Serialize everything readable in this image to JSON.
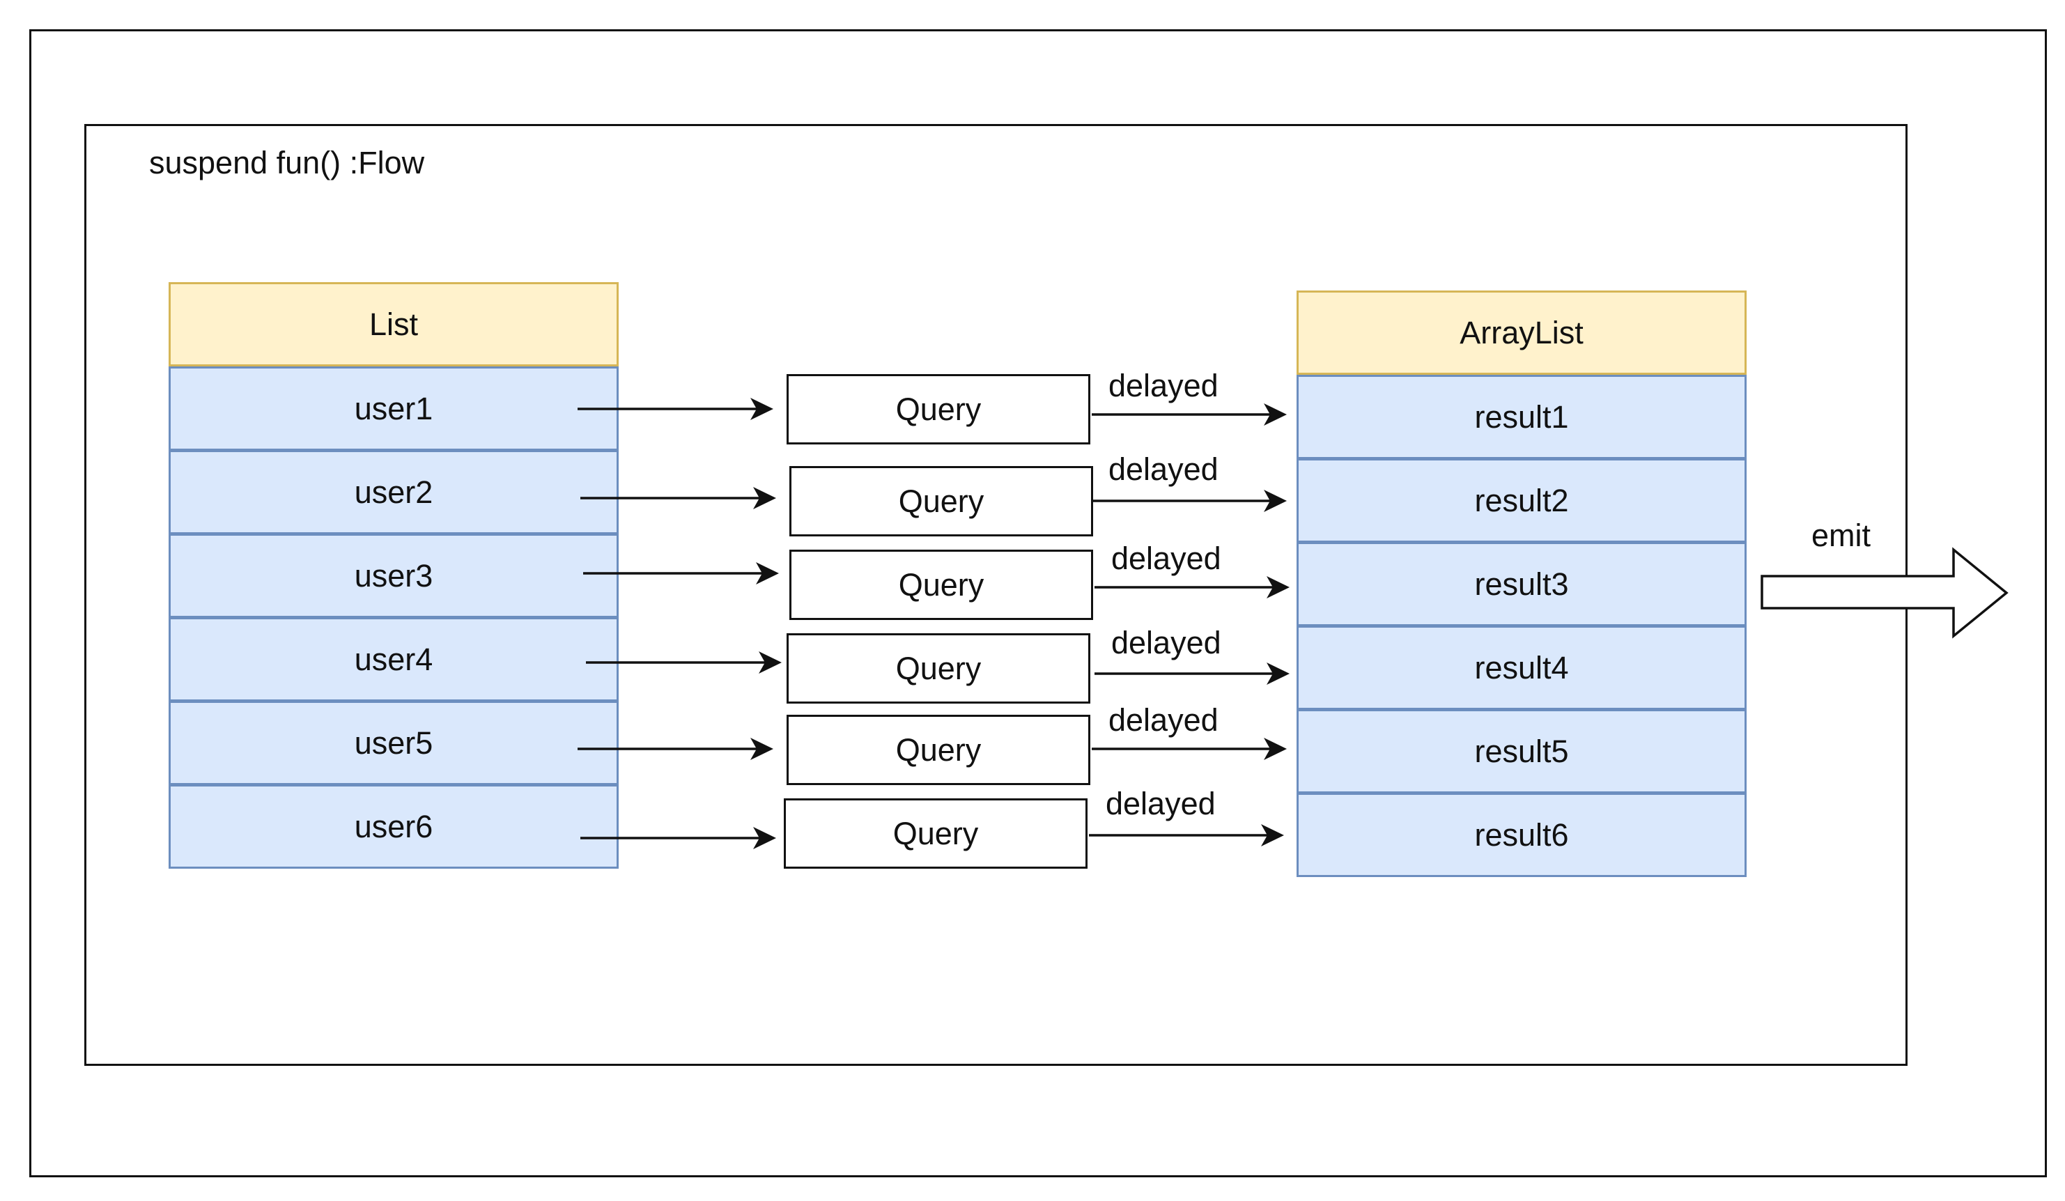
{
  "function_label": "suspend fun() :Flow",
  "list": {
    "header": "List",
    "items": [
      "user1",
      "user2",
      "user3",
      "user4",
      "user5",
      "user6"
    ]
  },
  "queries": [
    "Query",
    "Query",
    "Query",
    "Query",
    "Query",
    "Query"
  ],
  "delay_labels": [
    "delayed",
    "delayed",
    "delayed",
    "delayed",
    "delayed",
    "delayed"
  ],
  "array_list": {
    "header": "ArrayList",
    "items": [
      "result1",
      "result2",
      "result3",
      "result4",
      "result5",
      "result6"
    ]
  },
  "emit_label": "emit",
  "colors": {
    "header_fill": "#fff2cc",
    "header_stroke": "#d6b656",
    "row_fill": "#dae8fc",
    "row_stroke": "#6c8ebf",
    "line": "#111111"
  }
}
